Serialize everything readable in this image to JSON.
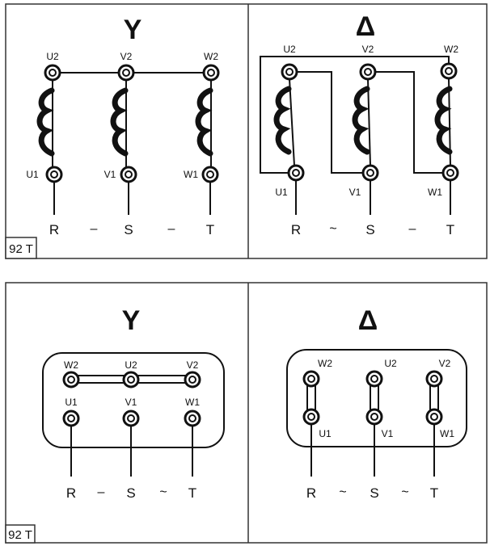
{
  "panels": {
    "star_wiring": {
      "symbol": "Y",
      "top_labels": [
        "U2",
        "V2",
        "W2"
      ],
      "bottom_labels": [
        "U1",
        "V1",
        "W1"
      ],
      "phases": [
        "R",
        "S",
        "T"
      ],
      "separators": [
        "–",
        "–"
      ],
      "reference": "92 T"
    },
    "delta_wiring": {
      "symbol": "Δ",
      "top_labels": [
        "U2",
        "V2",
        "W2"
      ],
      "bottom_labels": [
        "U1",
        "V1",
        "W1"
      ],
      "phases": [
        "R",
        "S",
        "T"
      ],
      "separators": [
        "~",
        "–"
      ]
    },
    "star_terminal_box": {
      "symbol": "Y",
      "top_labels": [
        "W2",
        "U2",
        "V2"
      ],
      "bottom_labels": [
        "U1",
        "V1",
        "W1"
      ],
      "phases": [
        "R",
        "S",
        "T"
      ],
      "separators": [
        "–",
        "~"
      ],
      "reference": "92 T"
    },
    "delta_terminal_box": {
      "symbol": "Δ",
      "top_labels": [
        "W2",
        "U2",
        "V2"
      ],
      "bottom_labels": [
        "U1",
        "V1",
        "W1"
      ],
      "phases": [
        "R",
        "S",
        "T"
      ],
      "separators": [
        "~",
        "~"
      ]
    }
  }
}
